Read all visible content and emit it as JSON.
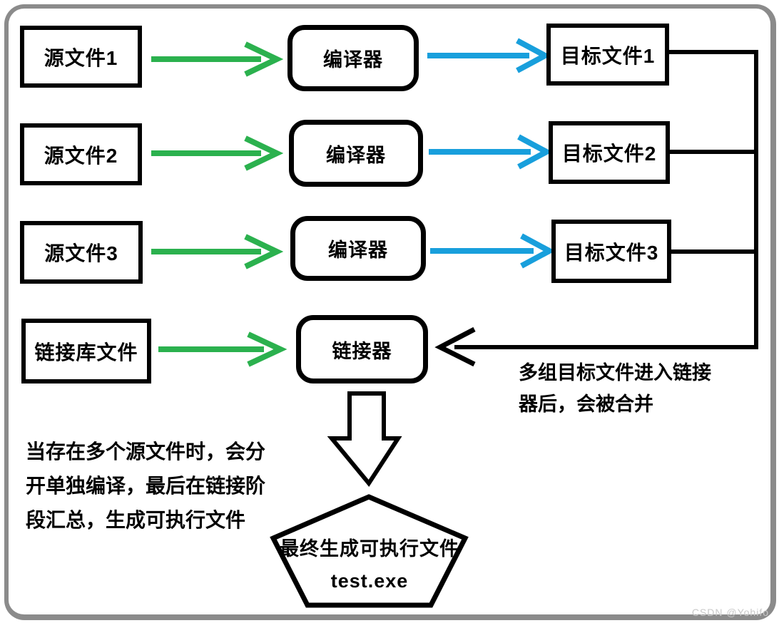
{
  "colors": {
    "green": "#2bb14e",
    "blue": "#189fdc",
    "ink": "#000000",
    "frame": "#8b8b8b",
    "watermark": "#c9c9c9"
  },
  "diagram": {
    "sources": [
      {
        "label": "源文件1"
      },
      {
        "label": "源文件2"
      },
      {
        "label": "源文件3"
      }
    ],
    "library": {
      "label": "链接库文件"
    },
    "compilers": [
      {
        "label": "编译器"
      },
      {
        "label": "编译器"
      },
      {
        "label": "编译器"
      }
    ],
    "linker": {
      "label": "链接器"
    },
    "targets": [
      {
        "label": "目标文件1"
      },
      {
        "label": "目标文件2"
      },
      {
        "label": "目标文件3"
      }
    ],
    "output_pentagon": {
      "line1": "最终生成可执行文件",
      "line2": "test.exe"
    },
    "notes": {
      "merge": [
        "多组目标文件进入链接",
        "器后，会被合并"
      ],
      "multi_source": [
        "当存在多个源文件时，会分",
        "开单独编译，最后在链接阶",
        "段汇总，生成可执行文件"
      ]
    },
    "watermark": "CSDN @Yohifo"
  }
}
